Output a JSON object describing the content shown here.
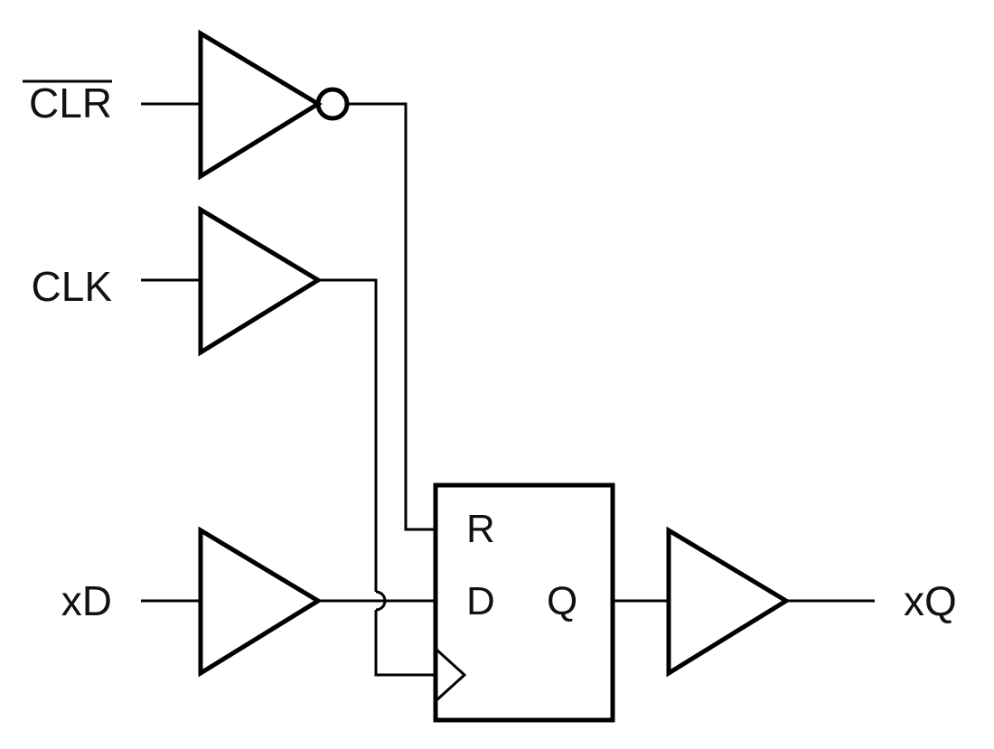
{
  "signals": {
    "clr": "CLR",
    "clk": "CLK",
    "d_in": "xD",
    "q_out": "xQ"
  },
  "flipflop": {
    "reset_pin": "R",
    "data_pin": "D",
    "output_pin": "Q"
  },
  "colors": {
    "stroke": "#000000",
    "background": "#ffffff"
  }
}
